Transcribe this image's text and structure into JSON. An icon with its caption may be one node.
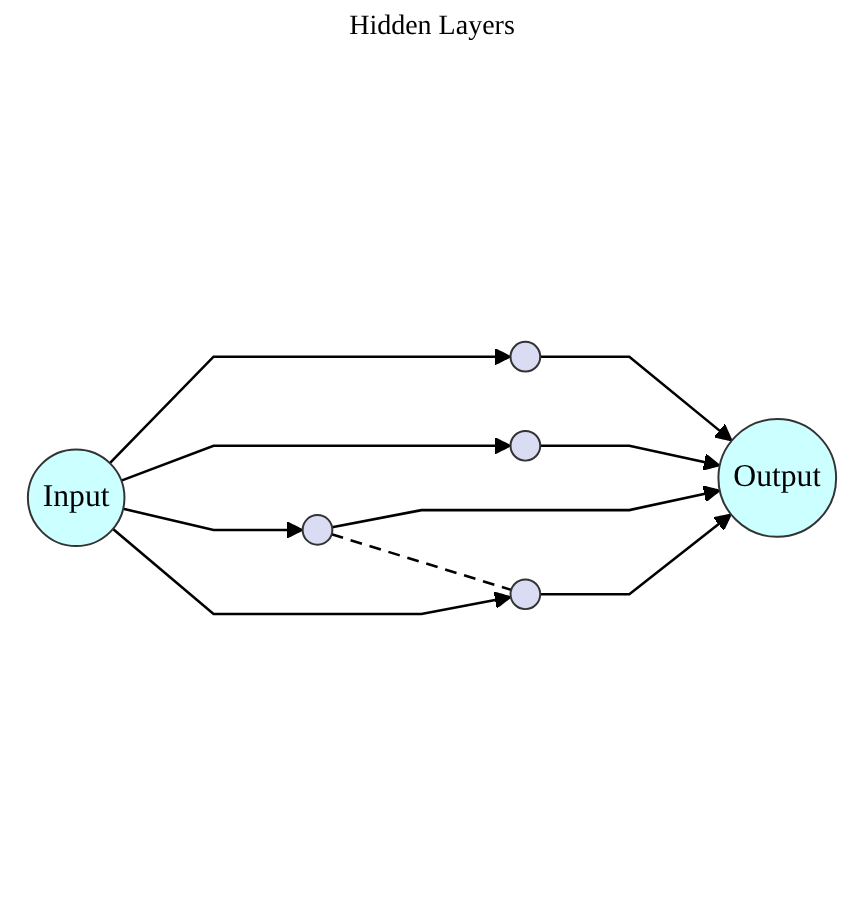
{
  "diagram": {
    "nodes": [
      {
        "text": [
          "Input"
        ]
      },
      {
        "text": [],
        "shape": "circle"
      },
      {
        "text": [],
        "shape": "circle"
      },
      {
        "text": [],
        "shape": "circle"
      },
      {
        "text": [],
        "shape": "circle"
      },
      {
        "text": [
          "Output"
        ]
      }
    ],
    "edges": [
      {
        "from": 0,
        "to": 1,
        "arrow": "to"
      },
      {
        "from": 0,
        "to": 2,
        "arrow": "to"
      },
      {
        "from": 0,
        "to": 3,
        "arrow": "to"
      },
      {
        "from": 0,
        "to": 4,
        "arrow": "to"
      },
      {
        "from": 1,
        "to": 5,
        "arrow": "to"
      },
      {
        "from": 2,
        "to": 5,
        "arrow": "to"
      },
      {
        "from": 3,
        "to": 5,
        "arrow": "to"
      },
      {
        "from": 4,
        "to": 5,
        "arrow": "to"
      },
      {
        "from": 3,
        "to": 4,
        "arrow": "none",
        "style": "dashed"
      }
    ],
    "labels": [
      "Hidden Layers"
    ]
  }
}
